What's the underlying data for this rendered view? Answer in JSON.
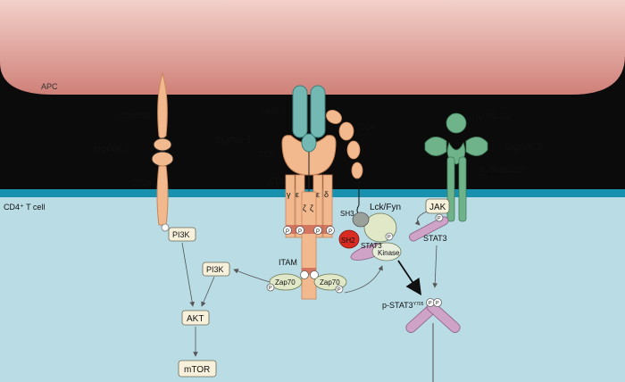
{
  "regions": {
    "apc": "APC",
    "t_cell": "CD4⁺ T cell"
  },
  "receptors": {
    "cd80_86": "CD80/86",
    "cd28": "CD28",
    "mhc": "MHC-II",
    "tcr": "TCR",
    "cd3": "CD3",
    "cd4": "CD4",
    "il_ligand": "IL-6/IL-23",
    "il_receptor": "IL-6R/IL-23R"
  },
  "signals": {
    "s1": "signal 1",
    "s2": "signal 2",
    "s3": "signal 3"
  },
  "cd3_chains": {
    "g": "γ",
    "e1": "ε",
    "z1": "ζ",
    "z2": "ζ",
    "e2": "ε",
    "d": "δ"
  },
  "molecules": {
    "pi3k_a": "PI3K",
    "pi3k_b": "PI3K",
    "akt": "AKT",
    "mtor": "mTOR",
    "itam": "ITAM",
    "zap70_left": "Zap70",
    "zap70_right": "Zap70",
    "lck_fyn": "Lck/Fyn",
    "sh3": "SH3",
    "sh2": "SH2",
    "stat3_bound": "STAT3",
    "kinase": "Kinase",
    "jak": "JAK",
    "stat3": "STAT3",
    "pstat3": "p-STAT3",
    "pstat3_sup": "Y705",
    "phospho": "P"
  },
  "colors": {
    "apc_top": "#f2d1ca",
    "apc_bottom": "#cf8078",
    "membrane_dark": "#0b0b0b",
    "membrane_teal": "#1791ad",
    "cytoplasm": "#b9dce5",
    "peach": "#f3b98e",
    "peach_dark": "#c98558",
    "teal_mhc": "#74b8b3",
    "green_il": "#6fb38b",
    "stat_pink": "#cfa3c7",
    "zap_green": "#e0e8c8",
    "sh2_red": "#d92b21",
    "sh3_gray": "#9aa19b",
    "itam_red": "#c9604f"
  }
}
